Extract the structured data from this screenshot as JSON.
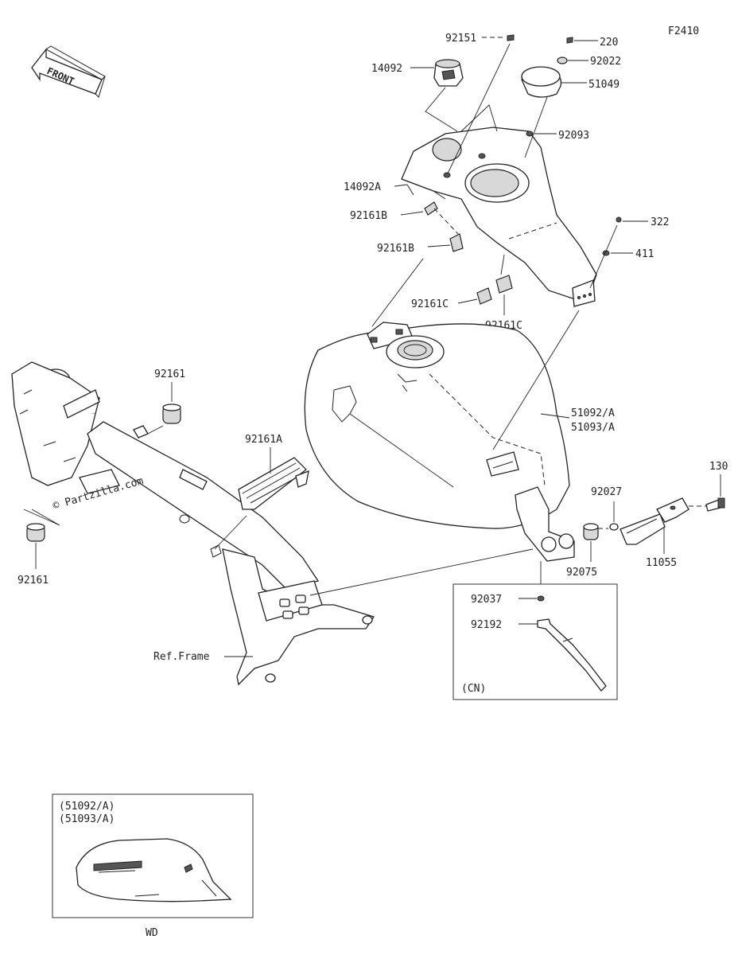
{
  "diagram_code": "F2410",
  "watermark": "© Partzilla.com",
  "front_arrow_text": "FRONT",
  "parts": {
    "p92151": "92151",
    "p220": "220",
    "p14092": "14092",
    "p92022": "92022",
    "p51049": "51049",
    "p92093": "92093",
    "p14092A": "14092A",
    "p92161B_1": "92161B",
    "p92161B_2": "92161B",
    "p322": "322",
    "p411": "411",
    "p92161C_1": "92161C",
    "p92161C_2": "92161C",
    "p92161_top": "92161",
    "p92161_bottom": "92161",
    "p92161A": "92161A",
    "p51092A": "51092/A",
    "p51093A": "51093/A",
    "p130": "130",
    "p92027": "92027",
    "p11055": "11055",
    "p92075": "92075",
    "p92037": "92037",
    "p92192": "92192",
    "ref_frame": "Ref.Frame"
  },
  "cn_box": {
    "label": "(CN)"
  },
  "wd_box": {
    "line1": "(51092/A)",
    "line2": "(51093/A)",
    "caption": "WD"
  }
}
